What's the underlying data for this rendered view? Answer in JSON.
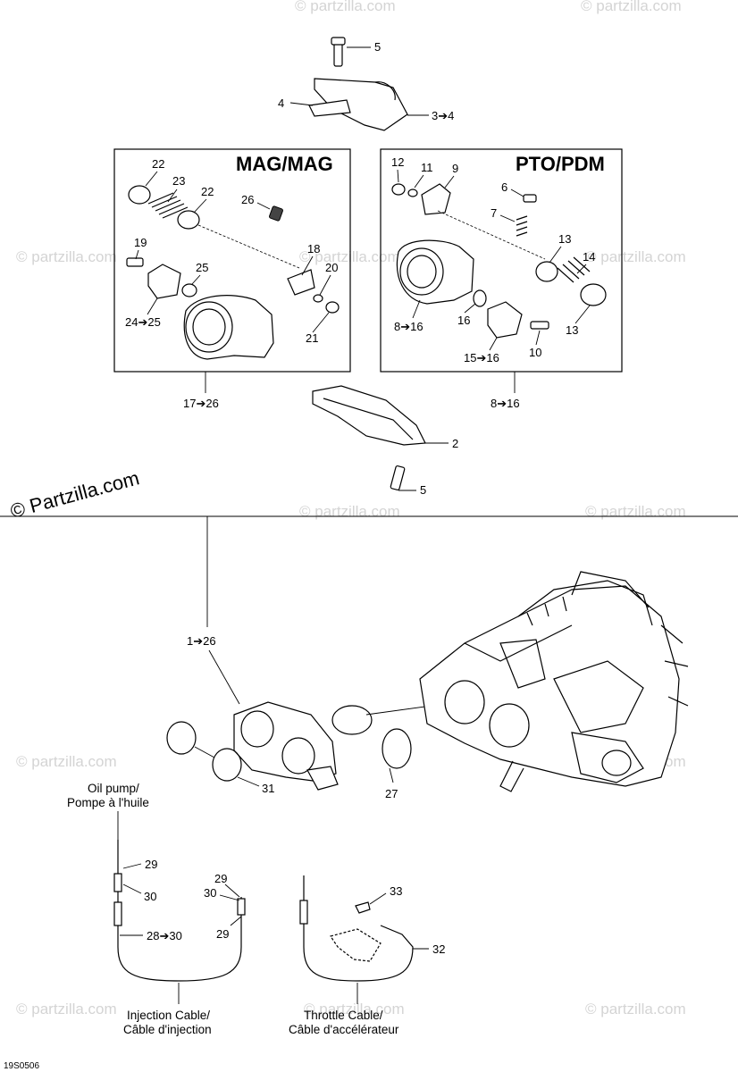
{
  "boxes": {
    "mag_title": "MAG/MAG",
    "pto_title": "PTO/PDM"
  },
  "callouts": {
    "c_5_top": "5",
    "c_4": "4",
    "c_3to4": "3➔4",
    "c_22a": "22",
    "c_23": "23",
    "c_22b": "22",
    "c_26": "26",
    "c_19": "19",
    "c_25": "25",
    "c_18": "18",
    "c_20": "20",
    "c_21": "21",
    "c_24to25": "24➔25",
    "c_17to26": "17➔26",
    "c_12": "12",
    "c_11": "11",
    "c_9": "9",
    "c_6": "6",
    "c_7": "7",
    "c_13a": "13",
    "c_14": "14",
    "c_13b": "13",
    "c_8to16_in": "8➔16",
    "c_16": "16",
    "c_15to16": "15➔16",
    "c_10": "10",
    "c_8to16": "8➔16",
    "c_2": "2",
    "c_5_bottom": "5",
    "c_1to26": "1➔26",
    "c_31": "31",
    "c_27": "27",
    "c_29a": "29",
    "c_30a": "30",
    "c_28to30": "28➔30",
    "c_29b": "29",
    "c_30b": "30",
    "c_29c": "29",
    "c_33": "33",
    "c_32": "32"
  },
  "captions": {
    "oil_pump_en": "Oil pump/",
    "oil_pump_fr": "Pompe à l'huile",
    "injection_en": "Injection Cable/",
    "injection_fr": "Câble d'injection",
    "throttle_en": "Throttle Cable/",
    "throttle_fr": "Câble d'accélérateur"
  },
  "watermark": {
    "text": "© Partzilla.com",
    "text_small": "© partzilla.com"
  },
  "reference_code": "19S0506"
}
